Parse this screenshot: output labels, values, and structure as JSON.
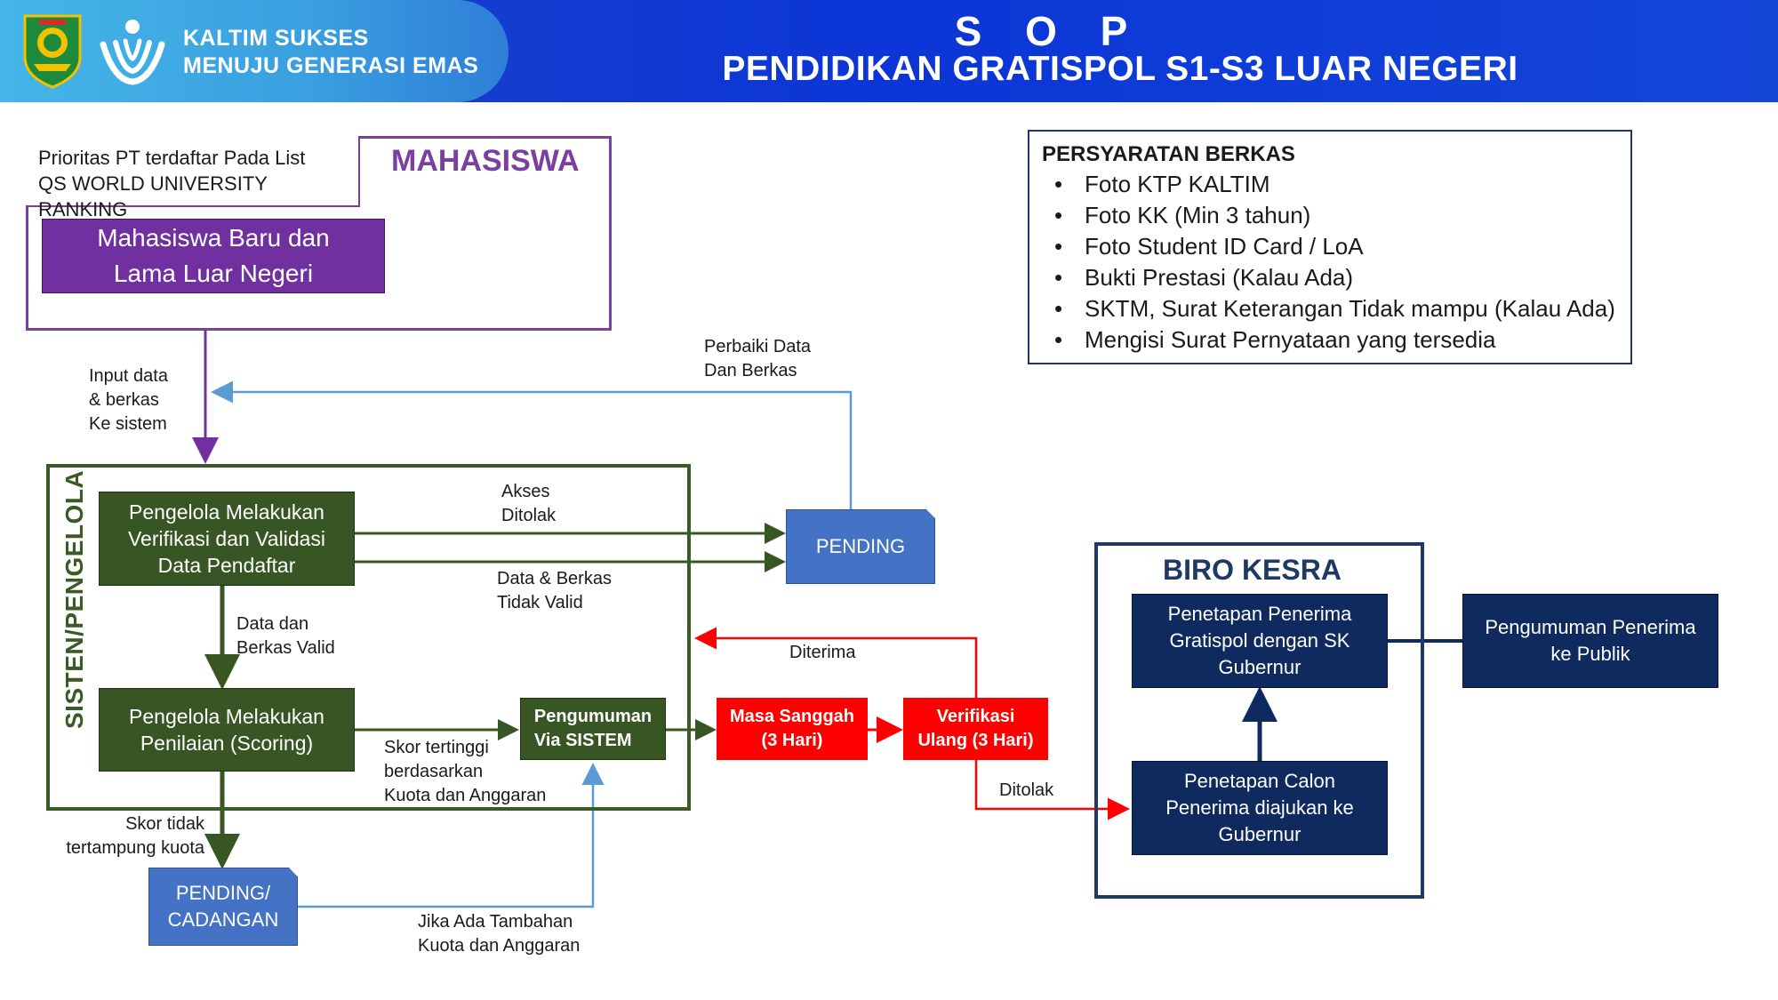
{
  "header": {
    "brand_line1": "KALTIM SUKSES",
    "brand_line2": "MENUJU GENERASI EMAS",
    "title_line1": "S O P",
    "title_line2": "PENDIDIKAN GRATISPOL S1-S3 LUAR NEGERI",
    "emblem_icon": "kaltim-emblem-icon",
    "logo_icon": "generasi-emas-logo-icon"
  },
  "colors": {
    "header_blue": "#0b35d6",
    "brand_cyan": "#45b6e8",
    "purple": "#7030a0",
    "green": "#375623",
    "pending_blue": "#4472c4",
    "red": "#ff0000",
    "navy": "#0f2a5f",
    "feedback_line": "#5b9bd5"
  },
  "mahasiswa": {
    "priority_line1": "Prioritas PT terdaftar Pada List",
    "priority_line2": "QS WORLD UNIVERSITY RANKING",
    "label": "MAHASISWA",
    "box_line1": "Mahasiswa Baru dan",
    "box_line2": "Lama Luar  Negeri"
  },
  "requirements": {
    "title": "PERSYARATAN BERKAS",
    "items": [
      "Foto KTP KALTIM",
      "Foto KK (Min 3 tahun)",
      "Foto Student ID Card / LoA",
      "Bukti Prestasi (Kalau Ada)",
      "SKTM, Surat Keterangan Tidak mampu (Kalau Ada)",
      "Mengisi Surat Pernyataan yang tersedia"
    ]
  },
  "system": {
    "label": "SISTEN/PENGELOLA",
    "verify_line1": "Pengelola Melakukan",
    "verify_line2": "Verifikasi dan Validasi",
    "verify_line3": "Data Pendaftar",
    "score_line1": "Pengelola Melakukan",
    "score_line2": "Penilaian (Scoring)",
    "announce_line1": "Pengumuman",
    "announce_line2": "Via SISTEM"
  },
  "pending": {
    "label": "PENDING",
    "reserve_line1": "PENDING/",
    "reserve_line2": "CADANGAN"
  },
  "red_steps": {
    "sanggah_line1": "Masa Sanggah",
    "sanggah_line2": "(3 Hari)",
    "ulang_line1": "Verifikasi",
    "ulang_line2": "Ulang (3 Hari)"
  },
  "biro": {
    "label": "BIRO KESRA",
    "sk_line1": "Penetapan Penerima",
    "sk_line2": "Gratispol dengan SK",
    "sk_line3": "Gubernur",
    "calon_line1": "Penetapan Calon",
    "calon_line2": "Penerima diajukan ke",
    "calon_line3": "Gubernur",
    "publik_line1": "Pengumuman Penerima",
    "publik_line2": "ke Publik"
  },
  "edges": {
    "input_line1": "Input data",
    "input_line2": "& berkas",
    "input_line3": "Ke sistem",
    "fix_line1": "Perbaiki Data",
    "fix_line2": "Dan Berkas",
    "denied_line1": "Akses",
    "denied_line2": "Ditolak",
    "invalid_line1": "Data & Berkas",
    "invalid_line2": "Tidak Valid",
    "valid_line1": "Data dan",
    "valid_line2": "Berkas Valid",
    "top_line1": "Skor tertinggi",
    "top_line2": "berdasarkan",
    "top_line3": "Kuota dan Anggaran",
    "notquota_line1": "Skor tidak",
    "notquota_line2": "tertampung kuota",
    "extra_line1": "Jika Ada Tambahan",
    "extra_line2": "Kuota dan Anggaran",
    "accepted": "Diterima",
    "rejected": "Ditolak"
  }
}
